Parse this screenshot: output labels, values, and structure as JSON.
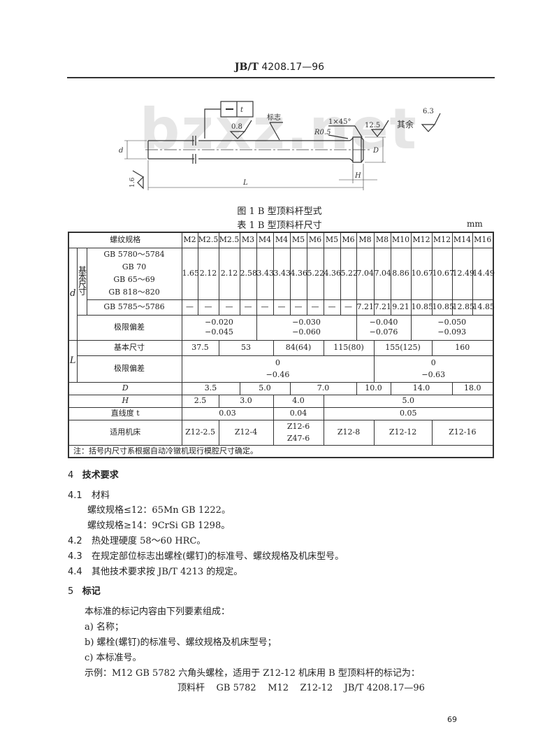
{
  "header": {
    "standard_prefix": "JB/T",
    "standard_number": "4208.17—96"
  },
  "watermark": "bzxz.net",
  "figure": {
    "caption": "图 1   B 型顶料杆型式",
    "labels": {
      "straightness_symbol": "—",
      "straightness_tol": "t",
      "mark": "标志",
      "roughness_shank": "0.8",
      "roughness_end": "1.6",
      "roughness_head": "12.5",
      "chamfer": "1×45°",
      "radius": "R0.5",
      "other_roughness_label": "其余",
      "other_roughness": "6.3",
      "dim_d": "d",
      "dim_D": "D",
      "dim_L": "L",
      "dim_H": "H"
    }
  },
  "table": {
    "caption": "表 1   B 型顶料杆尺寸",
    "unit": "mm",
    "thread_label": "螺纹规格",
    "threads": [
      "M2",
      "M2.5",
      "M2.5",
      "M3",
      "M4",
      "M4",
      "M5",
      "M6",
      "M5",
      "M6",
      "M8",
      "M8",
      "M10",
      "M12",
      "M12",
      "M14",
      "M16"
    ],
    "d_symbol": "d",
    "basic_size_label": "基本尺寸",
    "d_std_group1": [
      "GB 5780～5784",
      "GB 70",
      "GB 65～69",
      "GB 818～820"
    ],
    "d_values_group1": [
      "1.65",
      "2.12",
      "2.12",
      "2.58",
      "3.43",
      "3.43",
      "4.36",
      "5.22",
      "4.36",
      "5.22",
      "7.04",
      "7.04",
      "8.86",
      "10.67",
      "10.67",
      "12.49",
      "14.49"
    ],
    "d_std_group2": "GB 5785～5786",
    "d_values_group2": [
      "—",
      "—",
      "—",
      "—",
      "—",
      "—",
      "—",
      "—",
      "—",
      "—",
      "7.21",
      "7.21",
      "9.21",
      "10.85",
      "10.85",
      "12.85",
      "14.85"
    ],
    "tolerance_label": "极限偏差",
    "d_tol": [
      {
        "upper": "−0.020",
        "lower": "−0.045"
      },
      {
        "upper": "−0.030",
        "lower": "−0.060"
      },
      {
        "upper": "−0.040",
        "lower": "−0.076"
      },
      {
        "upper": "−0.050",
        "lower": "−0.093"
      }
    ],
    "L_symbol": "L",
    "L_basic": [
      "37.5",
      "53",
      "84(64)",
      "115(80)",
      "155(125)",
      "160"
    ],
    "L_tol": [
      {
        "upper": "0",
        "lower": "−0.46"
      },
      {
        "upper": "0",
        "lower": "−0.63"
      }
    ],
    "D_label": "D",
    "D_values": [
      "3.5",
      "5.0",
      "7.0",
      "10.0",
      "14.0",
      "18.0"
    ],
    "H_label": "H",
    "H_values": [
      "2.5",
      "3.0",
      "4.0",
      "5.0"
    ],
    "t_label": "直线度 t",
    "t_values": [
      "0.03",
      "0.04",
      "0.05"
    ],
    "machine_label": "适用机床",
    "machines": [
      "Z12-2.5",
      "Z12-4",
      "Z12-6",
      "Z47-6",
      "Z12-8",
      "Z12-12",
      "Z12-16"
    ],
    "note": "注：括号内尺寸系根据自动冷镦机现行模腔尺寸确定。"
  },
  "section4": {
    "num": "4",
    "title": "技术要求",
    "items": [
      {
        "num": "4.1",
        "text": "材料"
      },
      {
        "num": "",
        "text": "螺纹规格≤12：65Mn GB 1222。"
      },
      {
        "num": "",
        "text": "螺纹规格≥14：9CrSi GB 1298。"
      },
      {
        "num": "4.2",
        "text": "热处理硬度    58～60 HRC。"
      },
      {
        "num": "4.3",
        "text": "在规定部位标志出螺栓(螺钉)的标准号、螺纹规格及机床型号。"
      },
      {
        "num": "4.4",
        "text": "其他技术要求按 JB/T 4213 的规定。"
      }
    ]
  },
  "section5": {
    "num": "5",
    "title": "标记",
    "lines": [
      "本标准的标记内容由下列要素组成：",
      "a) 名称；",
      "b) 螺栓(螺钉)的标准号、螺纹规格及机床型号；",
      "c) 本标准号。",
      "示例：M12   GB 5782 六角头螺栓，适用于 Z12-12 机床用 B 型顶料杆的标记为："
    ],
    "example": "顶料杆    GB 5782    M12    Z12-12    JB/T 4208.17—96"
  },
  "footer": {
    "page_number": "69"
  }
}
